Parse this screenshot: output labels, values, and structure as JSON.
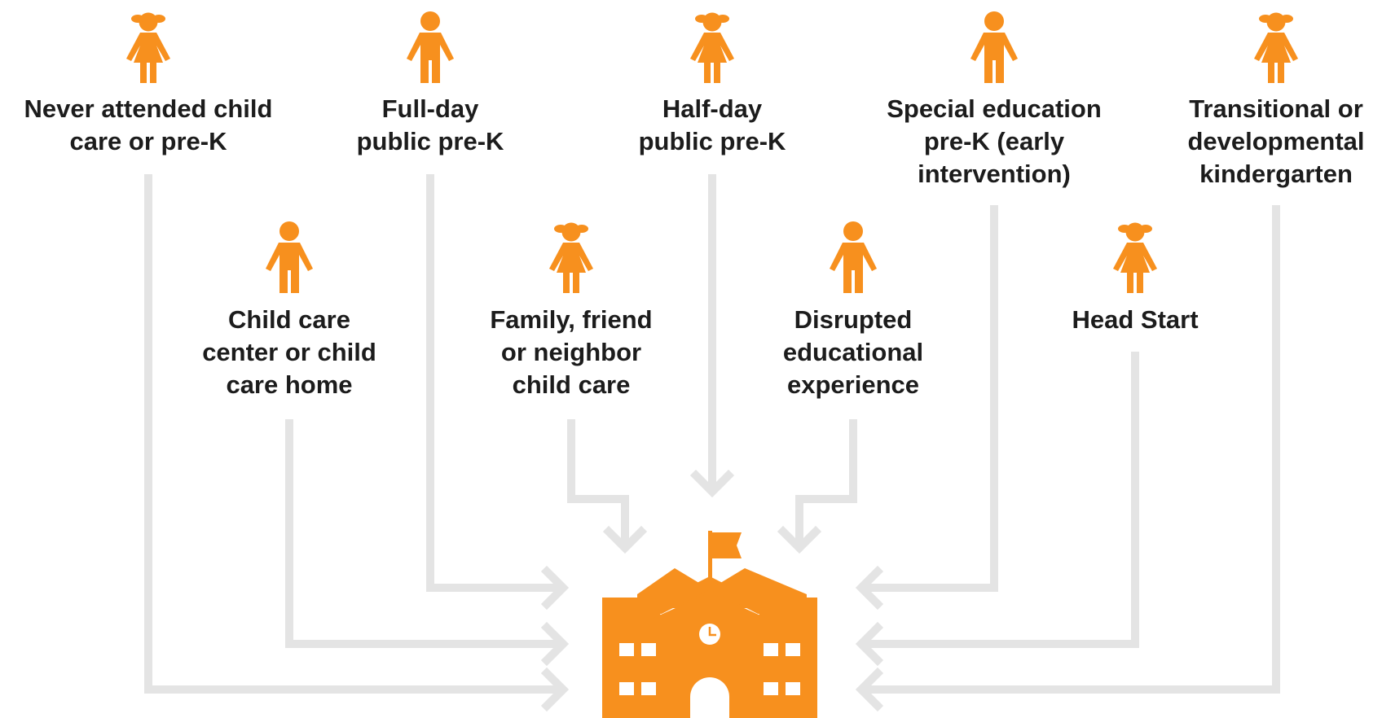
{
  "colors": {
    "accent": "#F7901E",
    "connector": "#E4E4E4",
    "text": "#1C1C1C"
  },
  "top_row": [
    {
      "id": "never",
      "label": "Never attended child\ncare or pre-K",
      "icon": "girl-icon"
    },
    {
      "id": "fullday",
      "label": "Full-day\npublic pre-K",
      "icon": "boy-icon"
    },
    {
      "id": "halfday",
      "label": "Half-day\npublic pre-K",
      "icon": "girl-icon"
    },
    {
      "id": "specialed",
      "label": "Special education\npre-K (early\nintervention)",
      "icon": "boy-icon"
    },
    {
      "id": "transitional",
      "label": "Transitional or\ndevelopmental\nkindergarten",
      "icon": "girl-icon"
    }
  ],
  "bottom_row": [
    {
      "id": "childcare",
      "label": "Child care\ncenter or child\ncare home",
      "icon": "boy-icon"
    },
    {
      "id": "ffn",
      "label": "Family, friend\nor neighbor\nchild care",
      "icon": "girl-icon"
    },
    {
      "id": "disrupted",
      "label": "Disrupted\neducational\nexperience",
      "icon": "boy-icon"
    },
    {
      "id": "headstart",
      "label": "Head Start",
      "icon": "girl-icon"
    }
  ],
  "destination": {
    "icon": "school-building-icon"
  }
}
